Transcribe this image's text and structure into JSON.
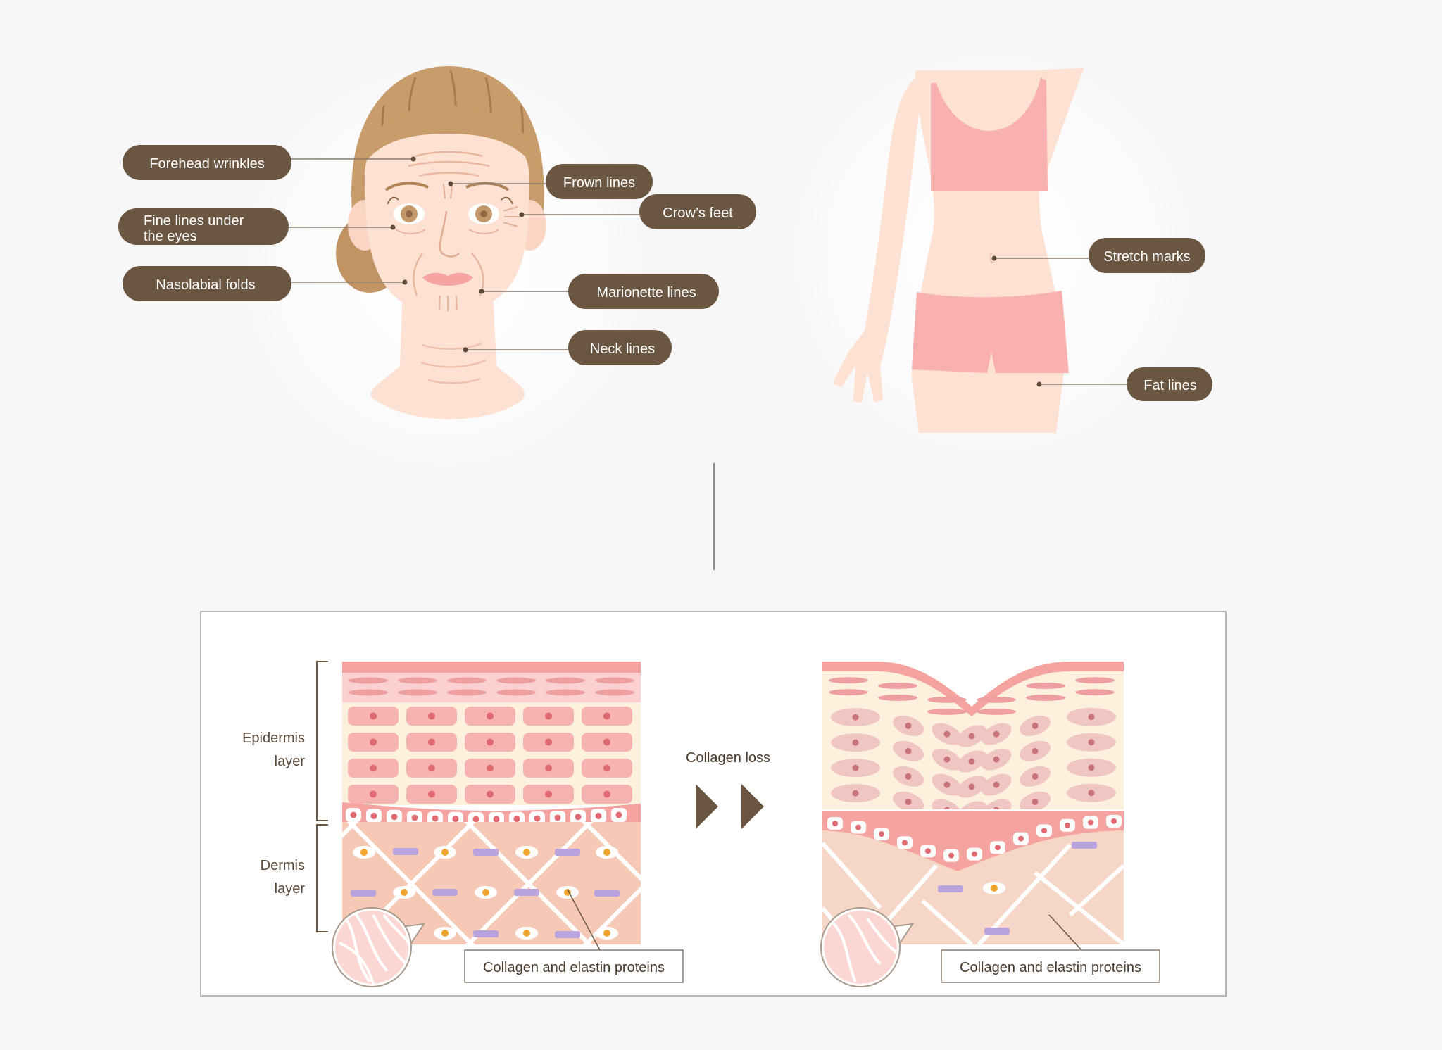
{
  "colors": {
    "pill": "#6b5741",
    "leader": "#8a7d70",
    "skin": "#fde1d3",
    "hair": "#c99d6b",
    "clothes": "#f9b1b0",
    "frame": "#b7b7b7"
  },
  "face": {
    "labels": {
      "forehead": "Forehead wrinkles",
      "frown": "Frown lines",
      "crows": "Crow’s feet",
      "under_eyes_1": "Fine lines under",
      "under_eyes_2": "the eyes",
      "nasolabial": "Nasolabial folds",
      "marionette": "Marionette lines",
      "neck": "Neck lines"
    }
  },
  "body": {
    "labels": {
      "stretch": "Stretch marks",
      "fat": "Fat lines"
    }
  },
  "skin_diagram": {
    "epidermis_1": "Epidermis",
    "epidermis_2": "layer",
    "dermis_1": "Dermis",
    "dermis_2": "layer",
    "collagen_loss": "Collagen loss",
    "caption_left": "Collagen and elastin proteins",
    "caption_right": "Collagen and elastin proteins"
  }
}
